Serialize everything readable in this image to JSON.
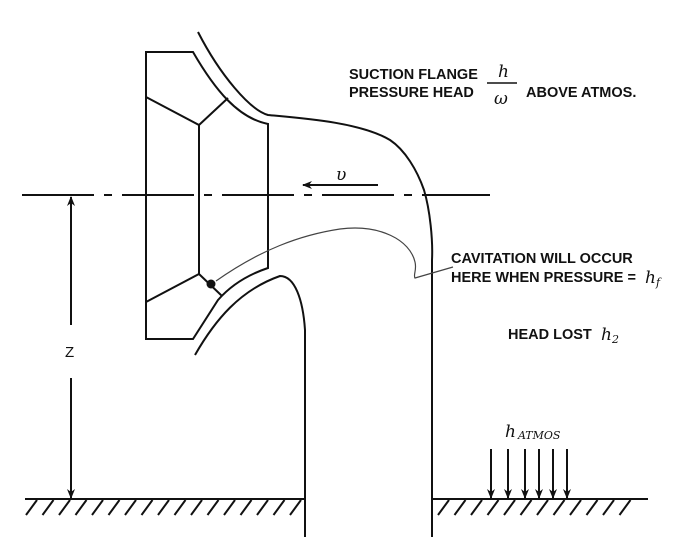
{
  "diagram": {
    "title": "Pump suction cavitation diagram",
    "labels": {
      "suction_line1": "SUCTION FLANGE",
      "suction_line2_prefix": "PRESSURE HEAD",
      "fraction_numerator": "h",
      "fraction_denominator": "ω",
      "suction_line2_suffix": "ABOVE ATMOS.",
      "velocity": "υ",
      "cavitation_line1": "CAVITATION WILL OCCUR",
      "cavitation_line2": "HERE WHEN PRESSURE =",
      "cavitation_symbol": "h",
      "cavitation_subscript": "f",
      "head_lost_text": "HEAD LOST",
      "head_lost_symbol": "h",
      "head_lost_subscript": "2",
      "atmos_symbol": "h",
      "atmos_subscript": "ATMOS",
      "z_dimension": "Z"
    },
    "atmospheric_arrow_count": 6,
    "colors": {
      "line": "#111111",
      "leader": "#444444",
      "background": "#ffffff"
    }
  }
}
